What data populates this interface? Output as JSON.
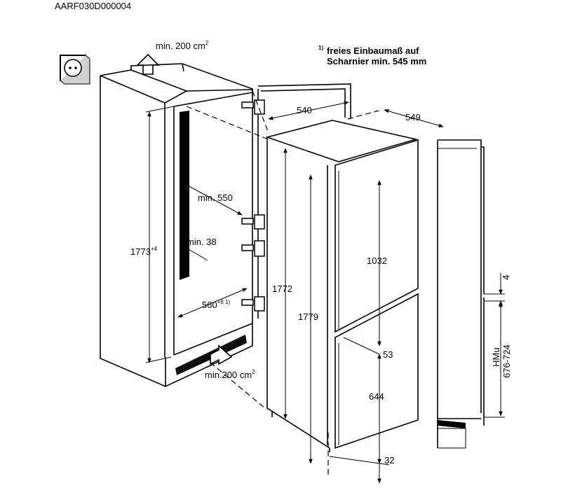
{
  "doc_code": "AARF030D000004",
  "note": {
    "marker": "1)",
    "line1": "freies Einbaumaß auf",
    "line2": "Scharnier min. 545 mm"
  },
  "vent_top": {
    "text": "min. 200 cm",
    "sup": "2"
  },
  "vent_bottom": {
    "text": "min.200 cm",
    "sup": "2"
  },
  "niche": {
    "height": {
      "text": "1773",
      "sup": "+4"
    },
    "depth": {
      "text": "min. 550"
    },
    "gap": {
      "text": "min. 38"
    },
    "width": {
      "text": "560",
      "sup": "+8 1)"
    }
  },
  "appliance": {
    "depth_door": {
      "text": "540"
    },
    "depth_total": {
      "text": "549"
    },
    "height_body": {
      "text": "1772"
    },
    "height_total": {
      "text": "1779"
    },
    "upper_door": {
      "text": "1032"
    },
    "door_gap": {
      "text": "53"
    },
    "lower_door": {
      "text": "644"
    },
    "plinth": {
      "text": "32"
    }
  },
  "furniture_door": {
    "offset": {
      "text": "4"
    },
    "hmu_label": {
      "text": "HMu"
    },
    "hmu_range": {
      "text": "676-724"
    }
  },
  "icons": [
    "socket-icon",
    "airflow-up-arrow-icon",
    "airflow-right-arrow-icon"
  ]
}
